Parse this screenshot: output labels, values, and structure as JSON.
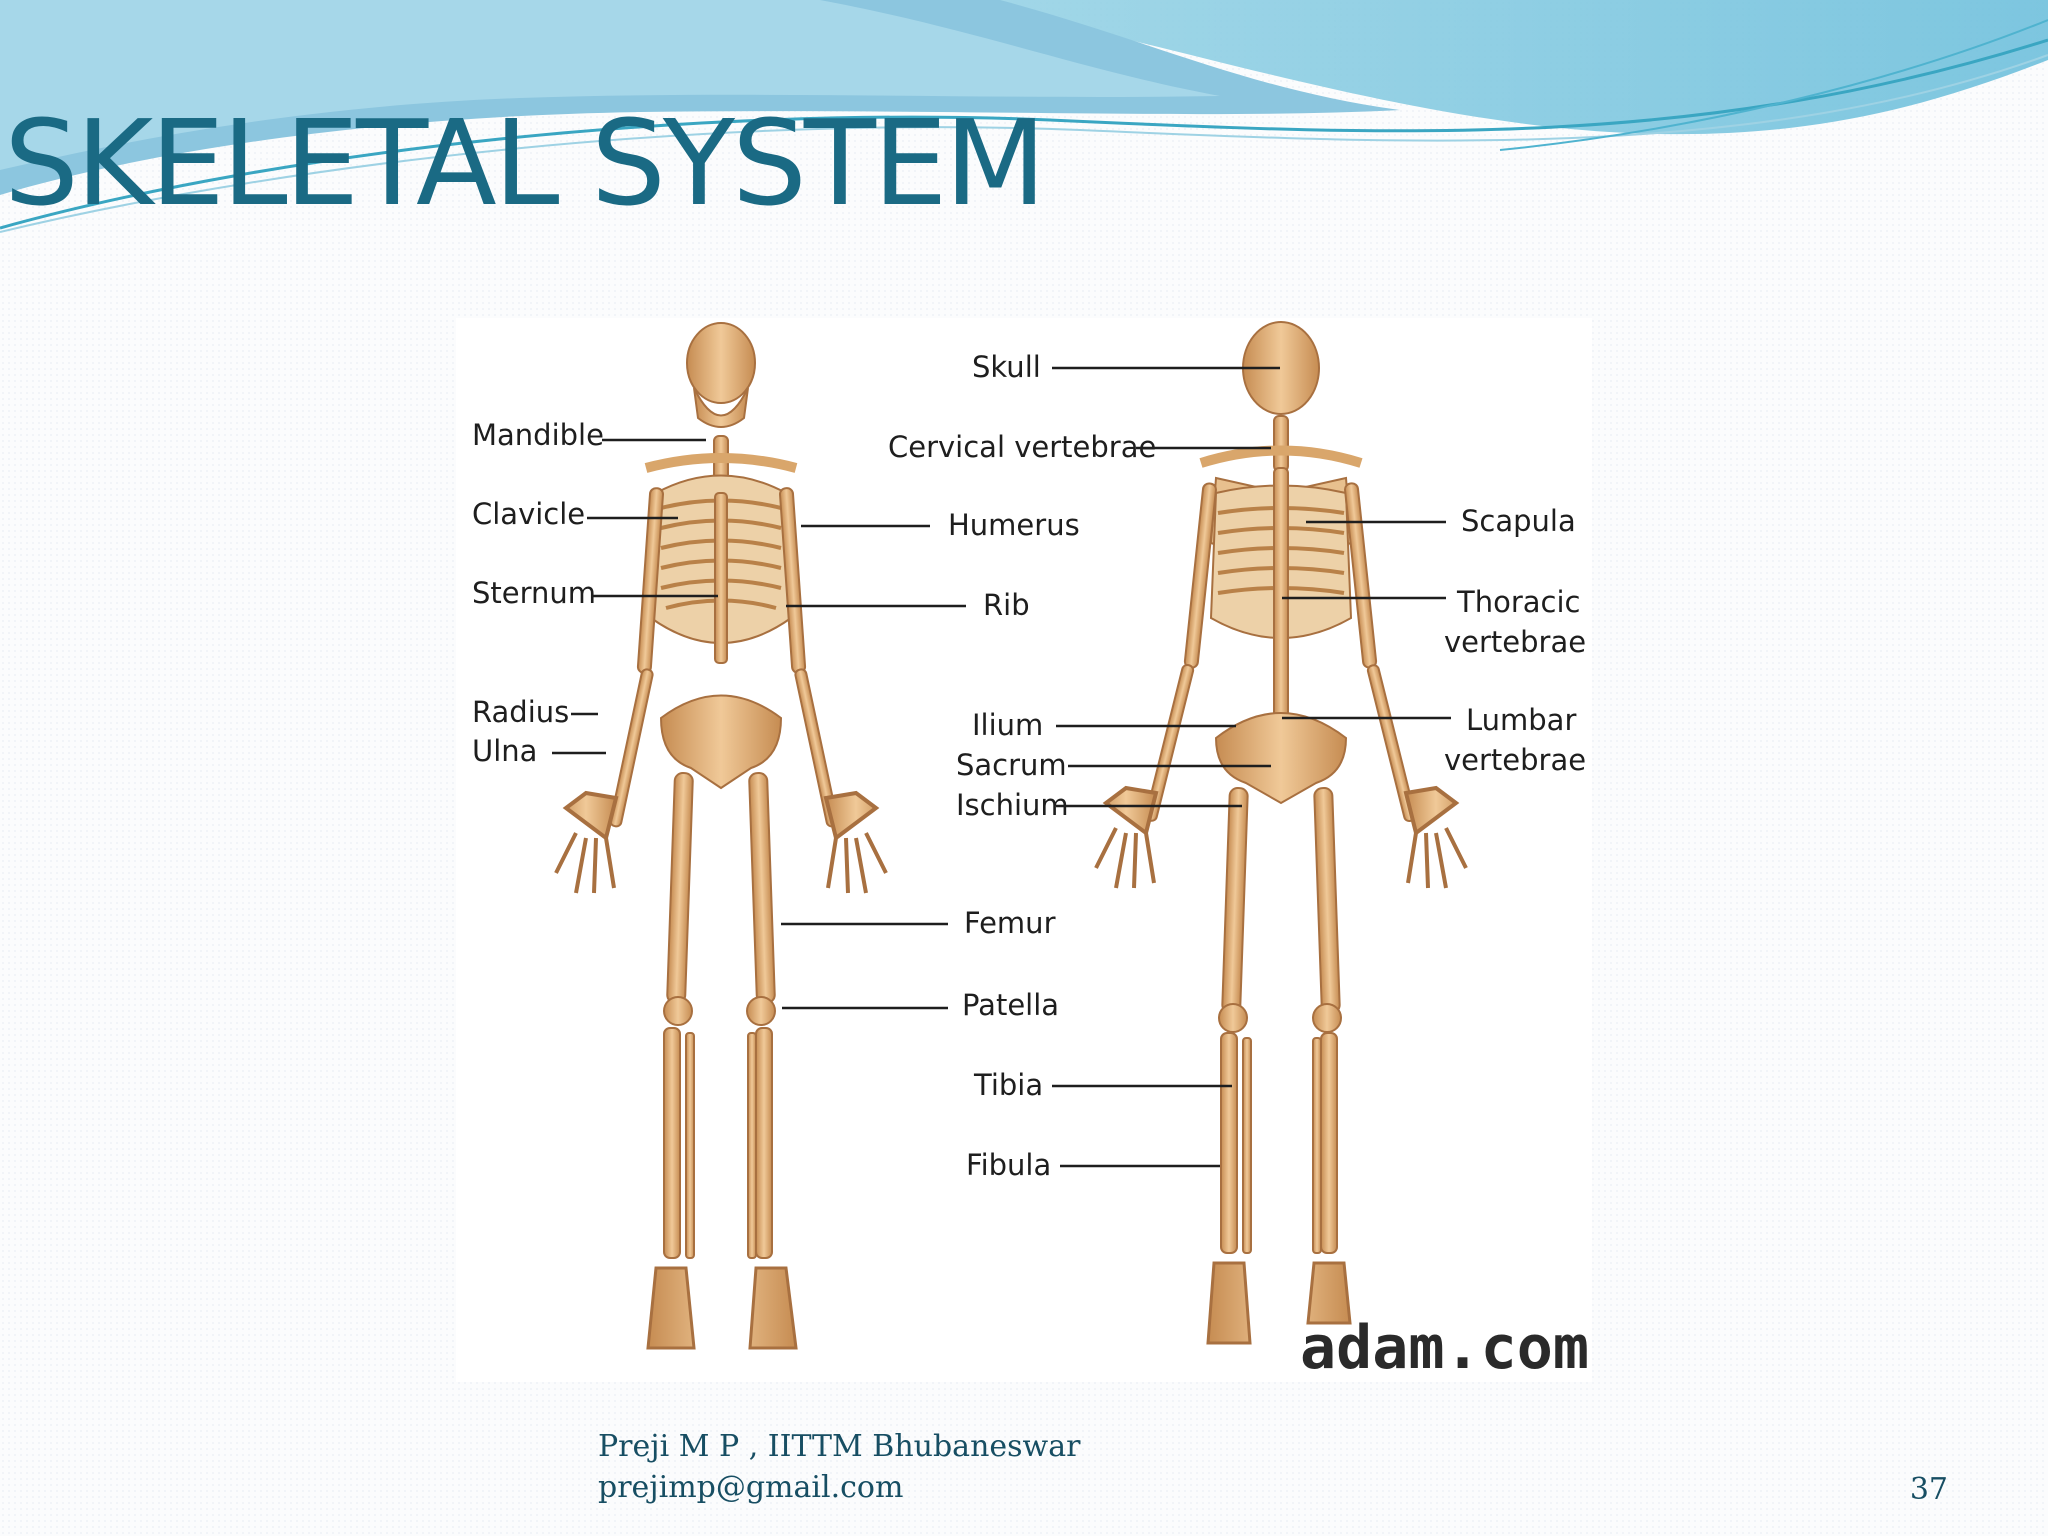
{
  "slide": {
    "title": "SKELETAL SYSTEM",
    "footer_author": "Preji M P , IITTM Bhubaneswar",
    "footer_email": "prejimp@gmail.com",
    "page_number": "37"
  },
  "figure": {
    "watermark": "adam.com",
    "labels": {
      "skull": "Skull",
      "cervical": "Cervical vertebrae",
      "mandible": "Mandible",
      "clavicle": "Clavicle",
      "humerus": "Humerus",
      "sternum": "Sternum",
      "rib": "Rib",
      "radius": "Radius",
      "ulna": "Ulna",
      "scapula": "Scapula",
      "thoracic_1": "Thoracic",
      "thoracic_2": "vertebrae",
      "lumbar_1": "Lumbar",
      "lumbar_2": "vertebrae",
      "ilium": "Ilium",
      "sacrum": "Sacrum",
      "ischium": "Ischium",
      "femur": "Femur",
      "patella": "Patella",
      "tibia": "Tibia",
      "fibula": "Fibula"
    }
  },
  "colors": {
    "title": "#1a6a84",
    "footer_text": "#174e63",
    "bone": "#e2b27a",
    "bone_dark": "#b98148",
    "wave_blue": "#8cc6df"
  }
}
